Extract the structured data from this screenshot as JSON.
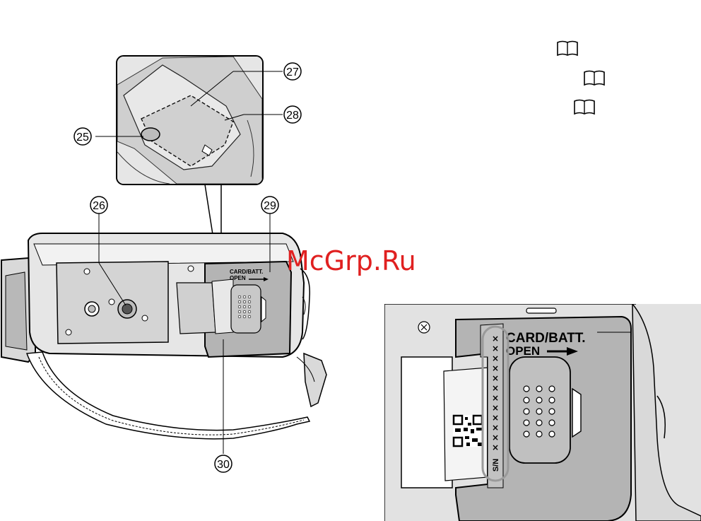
{
  "callouts": {
    "c25": "25",
    "c26": "26",
    "c27": "27",
    "c28": "28",
    "c29": "29",
    "c30": "30"
  },
  "main_view": {
    "door_text_line1": "CARD/BATT.",
    "door_text_line2": "OPEN"
  },
  "detail_view": {
    "door_text_line1": "CARD/BATT.",
    "door_text_line2": "OPEN",
    "serial_label": "S/N",
    "serial_chars": [
      "×",
      "×",
      "×",
      "×",
      "×",
      "×",
      "×",
      "×",
      "×",
      "×",
      "×",
      "×"
    ]
  },
  "watermark": "McGrp.Ru",
  "colors": {
    "body_gray": "#d9d9d9",
    "door_gray": "#b4b4b4",
    "dark_gray": "#9a9a9a",
    "watermark_red": "#e02020"
  },
  "icons": [
    "book-icon",
    "book-icon",
    "book-icon"
  ]
}
